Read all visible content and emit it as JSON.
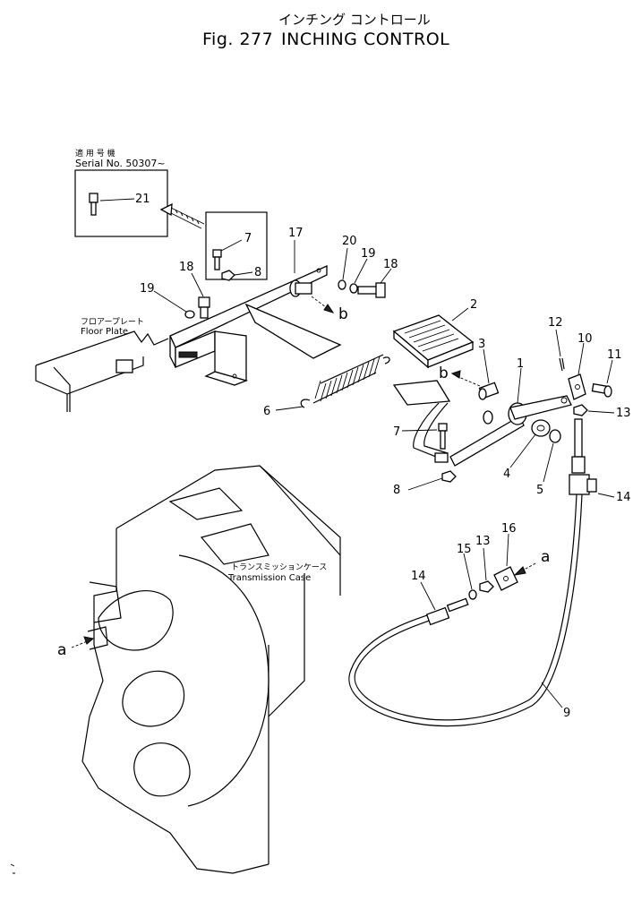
{
  "title": {
    "japanese": "インチング コントロール",
    "figure": "Fig. 277",
    "english": "INCHING CONTROL"
  },
  "serial_box": {
    "jp": "適 用 号 機",
    "serial": "Serial  No.  50307~"
  },
  "floor_plate": {
    "jp": "フロアープレート",
    "en": "Floor Plate"
  },
  "transmission_case": {
    "jp": "トランスミッションケース",
    "en": "Transmission Case"
  },
  "callouts": {
    "c21": "21",
    "c7a": "7",
    "c8a": "8",
    "c17": "17",
    "c20": "20",
    "c19a": "19",
    "c18a": "18",
    "c18b": "18",
    "c19b": "19",
    "c2": "2",
    "c12": "12",
    "c10": "10",
    "c11": "11",
    "c3": "3",
    "c1": "1",
    "c13a": "13",
    "c6": "6",
    "c7b": "7",
    "c4": "4",
    "c5": "5",
    "c8b": "8",
    "c14a": "14",
    "c16": "16",
    "c13b": "13",
    "c15": "15",
    "c14b": "14",
    "c9": "9"
  },
  "letters": {
    "b1": "b",
    "b2": "b",
    "a1": "a",
    "a2": "a"
  }
}
